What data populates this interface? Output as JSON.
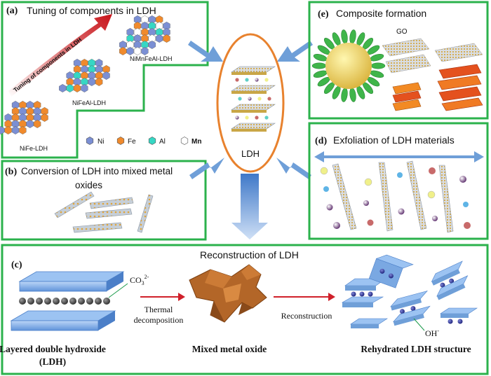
{
  "accent_green": "#2bb24c",
  "arrow_blue": "#6f9fd8",
  "ellipse_orange": "#e8822e",
  "panel_a": {
    "tag": "(a)",
    "title": "Tuning of  components in LDH",
    "arrow_label": "Tuning of components in LDH",
    "labels": [
      "NiMnFeAl-LDH",
      "NiFeAl-LDH",
      "NiFe-LDH"
    ],
    "legend": [
      {
        "label": "Ni",
        "color": "#7b8fd4",
        "icon": "hexagon-icon"
      },
      {
        "label": "Fe",
        "color": "#f08a2c",
        "icon": "hexagon-icon"
      },
      {
        "label": "Al",
        "color": "#36d7c4",
        "icon": "hexagon-icon"
      },
      {
        "label": "Mn",
        "color": "#ffffff",
        "icon": "hexagon-icon"
      }
    ]
  },
  "panel_b": {
    "tag": "(b)",
    "title_line1": "Conversion of LDH into  mixed metal",
    "title_line2": "oxides"
  },
  "center": {
    "label": "LDH"
  },
  "panel_e": {
    "tag": "(e)",
    "title": "Composite formation",
    "go_label": "GO"
  },
  "panel_d": {
    "tag": "(d)",
    "title": "Exfoliation of LDH materials"
  },
  "panel_c": {
    "tag": "(c)",
    "title": "Reconstruction of LDH",
    "co3_label": "CO",
    "co3_sub": "3",
    "co3_sup": "2-",
    "thermal_line1": "Thermal",
    "thermal_line2": "decomposition",
    "reconstruction_label": "Reconstruction",
    "oh_label": "OH",
    "oh_sup": "-",
    "caption_left_line1": "Layered double hydroxide",
    "caption_left_line2": "(LDH)",
    "caption_mid": "Mixed metal oxide",
    "caption_right": "Rehydrated LDH structure"
  }
}
